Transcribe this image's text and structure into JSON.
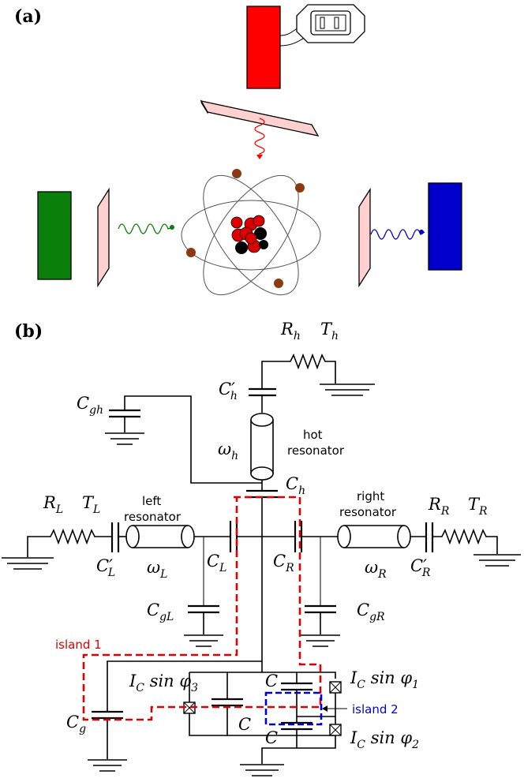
{
  "panels": {
    "a": "(a)",
    "b": "(b)"
  },
  "colors": {
    "hot_bath": "#ff0000",
    "left_bath": "#0a7f0a",
    "right_bath": "#0000cc",
    "filter": "#ffd0d0",
    "nucleus_red": "#dd0000",
    "electron": "#8b3a0f",
    "island1": "#e00000",
    "island2": "#0000dd"
  },
  "labels": {
    "R_h": "R",
    "R_h_sub": "h",
    "T_h": "T",
    "T_h_sub": "h",
    "C_h_prime": "C′",
    "C_h_prime_sub": "h",
    "C_gh": "C",
    "C_gh_sub": "gh",
    "omega_h": "ω",
    "omega_h_sub": "h",
    "hot_resonator_1": "hot",
    "hot_resonator_2": "resonator",
    "C_h": "C",
    "C_h_sub": "h",
    "left_resonator_1": "left",
    "left_resonator_2": "resonator",
    "right_resonator_1": "right",
    "right_resonator_2": "resonator",
    "R_L": "R",
    "R_L_sub": "L",
    "T_L": "T",
    "T_L_sub": "L",
    "R_R": "R",
    "R_R_sub": "R",
    "T_R": "T",
    "T_R_sub": "R",
    "C_L_prime": "C′",
    "C_L_prime_sub": "L",
    "omega_L": "ω",
    "omega_L_sub": "L",
    "C_L": "C",
    "C_L_sub": "L",
    "C_R": "C",
    "C_R_sub": "R",
    "omega_R": "ω",
    "omega_R_sub": "R",
    "C_R_prime": "C′",
    "C_R_prime_sub": "R",
    "C_gL": "C",
    "C_gL_sub": "gL",
    "C_gR": "C",
    "C_gR_sub": "gR",
    "island1": "island 1",
    "island2": "island 2",
    "I3_a": "I",
    "I3_sub": "C",
    "I3_b": " sin φ",
    "I3_idx": "3",
    "I1_a": "I",
    "I1_sub": "C",
    "I1_b": " sin φ",
    "I1_idx": "1",
    "I2_a": "I",
    "I2_sub": "C",
    "I2_b": " sin φ",
    "I2_idx": "2",
    "C_top": "C",
    "C_mid": "C",
    "C_bot": "C",
    "C_g": "C",
    "C_g_sub": "g"
  }
}
